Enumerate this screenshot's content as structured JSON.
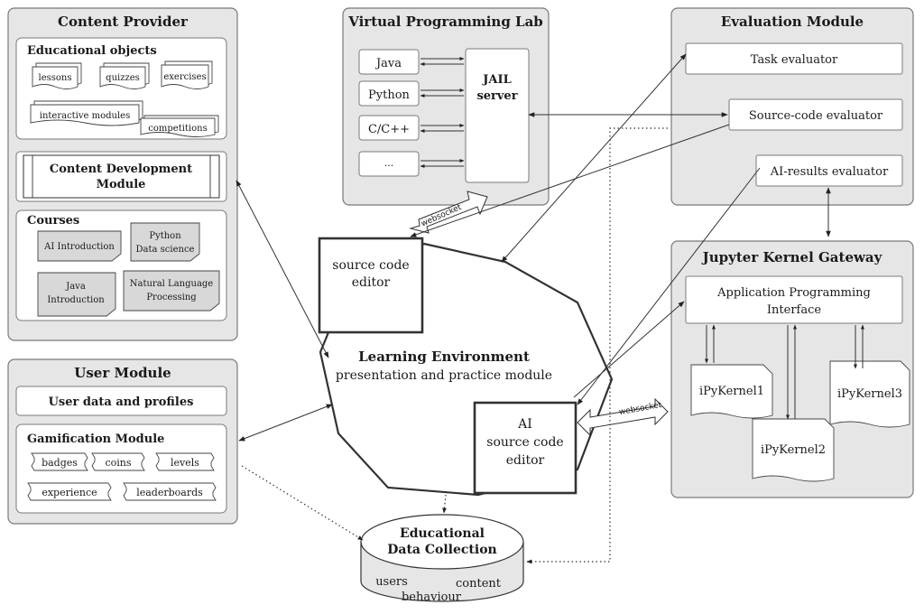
{
  "content_provider": {
    "title": "Content Provider",
    "educational_objects": {
      "title": "Educational objects",
      "items": [
        "lessons",
        "quizzes",
        "exercises",
        "interactive modules",
        "competitions"
      ]
    },
    "content_development": {
      "line1": "Content Development",
      "line2": "Module"
    },
    "courses": {
      "title": "Courses",
      "items": [
        {
          "line1": "AI Introduction",
          "line2": ""
        },
        {
          "line1": "Python",
          "line2": "Data science"
        },
        {
          "line1": "Java",
          "line2": "Introduction"
        },
        {
          "line1": "Natural Language",
          "line2": "Processing"
        }
      ]
    }
  },
  "user_module": {
    "title": "User Module",
    "profiles": "User data and profiles",
    "gamification": {
      "title": "Gamification Module",
      "items": [
        "badges",
        "coins",
        "levels",
        "experience",
        "leaderboards"
      ]
    }
  },
  "vpl": {
    "title": "Virtual Programming Lab",
    "languages": [
      "Java",
      "Python",
      "C/C++",
      "..."
    ],
    "server": {
      "line1": "JAIL",
      "line2": "server"
    }
  },
  "evaluation": {
    "title": "Evaluation Module",
    "items": [
      "Task evaluator",
      "Source-code evaluator",
      "AI-results evaluator"
    ]
  },
  "jupyter": {
    "title": "Jupyter Kernel Gateway",
    "api": {
      "line1": "Application Programming",
      "line2": "Interface"
    },
    "kernels": [
      "iPyKernel1",
      "iPyKernel2",
      "iPyKernel3"
    ]
  },
  "learning_env": {
    "title": "Learning Environment",
    "subtitle": "presentation and practice module",
    "source_editor": {
      "line1": "source code",
      "line2": "editor"
    },
    "ai_editor": {
      "line1": "AI",
      "line2": "source code",
      "line3": "editor"
    }
  },
  "edc": {
    "line1": "Educational",
    "line2": "Data Collection",
    "items": [
      "users",
      "content",
      "behaviour"
    ]
  },
  "connectors": {
    "websocket_top": "websocket",
    "websocket_right": "websocket"
  }
}
